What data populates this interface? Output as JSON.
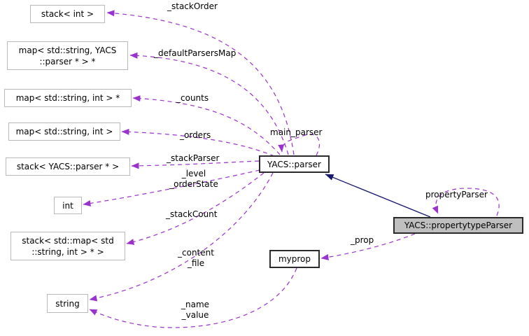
{
  "diagram_type": "collaboration-graph",
  "colors": {
    "member_edge": "#9a32cd",
    "inheritance_edge": "#191970",
    "node_border_light": "#b9b9b9",
    "node_border_dark": "#2b2b2b",
    "main_node_fill": "#bfbfbf",
    "background": "#ffffff"
  },
  "nodes": {
    "stack_int": {
      "label": "stack< int >"
    },
    "map_string_yacs_parser": {
      "label": "map< std::string, YACS\n::parser * > *"
    },
    "map_string_int_ptr": {
      "label": "map< std::string, int > *"
    },
    "map_string_int": {
      "label": "map< std::string, int >"
    },
    "stack_yacs_parser_ptr": {
      "label": "stack< YACS::parser * >"
    },
    "int": {
      "label": "int"
    },
    "stack_map_string_int": {
      "label": "stack< std::map< std\n::string, int > * >"
    },
    "string": {
      "label": "string"
    },
    "yacs_parser": {
      "label": "YACS::parser"
    },
    "myprop": {
      "label": "myprop"
    },
    "yacs_propertytype_parser": {
      "label": "YACS::propertytypeParser"
    }
  },
  "edge_labels": {
    "stack_order": "_stackOrder",
    "default_parsers_map": "_defaultParsersMap",
    "counts": "_counts",
    "orders": "_orders",
    "stack_parser": "_stackParser",
    "level_order_state": "_level\n_orderState",
    "stack_count": "_stackCount",
    "content_file": "_content\n_file",
    "name_value": "_name\n_value",
    "main_parser": "main_parser",
    "property_parser": "propertyParser",
    "prop": "_prop"
  }
}
